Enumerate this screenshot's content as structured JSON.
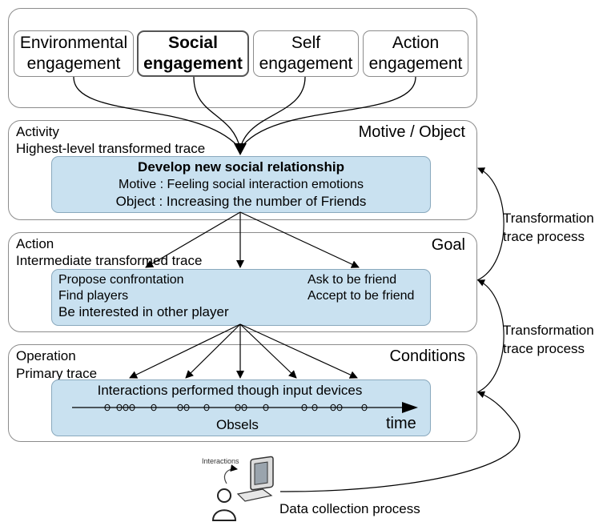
{
  "engagements": [
    {
      "line1": "Environmental",
      "line2": "engagement"
    },
    {
      "line1": "Social",
      "line2": "engagement"
    },
    {
      "line1": "Self",
      "line2": "engagement"
    },
    {
      "line1": "Action",
      "line2": "engagement"
    }
  ],
  "activity": {
    "label": "Activity",
    "sublabel": "Highest-level transformed trace",
    "corner": "Motive / Object",
    "title": "Develop new social relationship",
    "motive": "Motive : Feeling social interaction emotions",
    "object": "Object : Increasing the number of Friends"
  },
  "action": {
    "label": "Action",
    "sublabel": "Intermediate transformed trace",
    "corner": "Goal",
    "items_left": [
      "Propose confrontation",
      "Find players"
    ],
    "items_right": [
      "Ask to be friend",
      "Accept to be friend"
    ],
    "item_bottom": "Be interested in other player"
  },
  "operation": {
    "label": "Operation",
    "sublabel": "Primary trace",
    "corner": "Conditions",
    "title": "Interactions performed though input devices",
    "obsels_label": "Obsels",
    "time_label": "time"
  },
  "side": {
    "transform1_line1": "Transformation",
    "transform1_line2": "trace process",
    "transform2_line1": "Transformation",
    "transform2_line2": "trace process",
    "data_collection": "Data collection process"
  },
  "user_icon": {
    "label": "Interactions"
  }
}
